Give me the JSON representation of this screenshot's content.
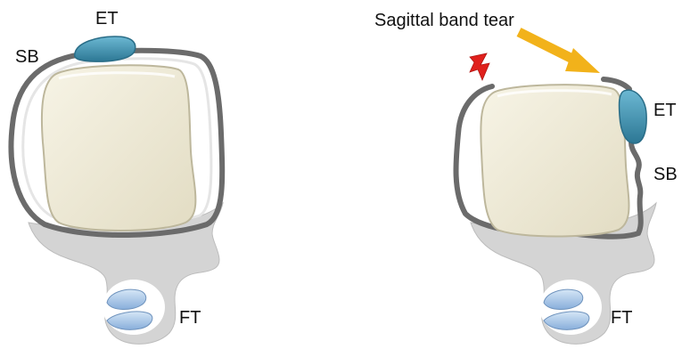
{
  "left_panel": {
    "labels": {
      "et": "ET",
      "sb": "SB",
      "ft": "FT"
    }
  },
  "right_panel": {
    "callout": "Sagittal band tear",
    "labels": {
      "et": "ET",
      "sb": "SB",
      "ft": "FT"
    }
  },
  "colors": {
    "bone": "#ece8d6",
    "bone_shadow": "#bdb79c",
    "soft_tissue": "#d4d4d4",
    "band": "#6b6b6b",
    "tendon": "#3f95b6",
    "flexor_tendon": "#a9c8e6",
    "arrow": "#f2b21a",
    "lightning": "#e0201c"
  }
}
